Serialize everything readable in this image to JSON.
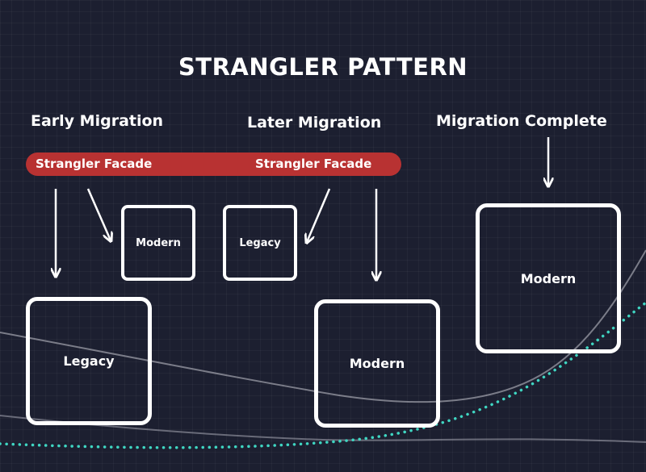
{
  "title": "STRANGLER PATTERN",
  "stages": {
    "early": {
      "heading": "Early Migration",
      "facade_label": "Strangler Facade",
      "small_box_label": "Modern",
      "large_box_label": "Legacy"
    },
    "later": {
      "heading": "Later Migration",
      "facade_label": "Strangler Facade",
      "small_box_label": "Legacy",
      "large_box_label": "Modern"
    },
    "complete": {
      "heading": "Migration Complete",
      "box_label": "Modern"
    }
  },
  "colors": {
    "background": "#1c1f30",
    "facade": "#b83232",
    "dotted_curve": "#3fd6c2",
    "foreground": "#ffffff"
  }
}
